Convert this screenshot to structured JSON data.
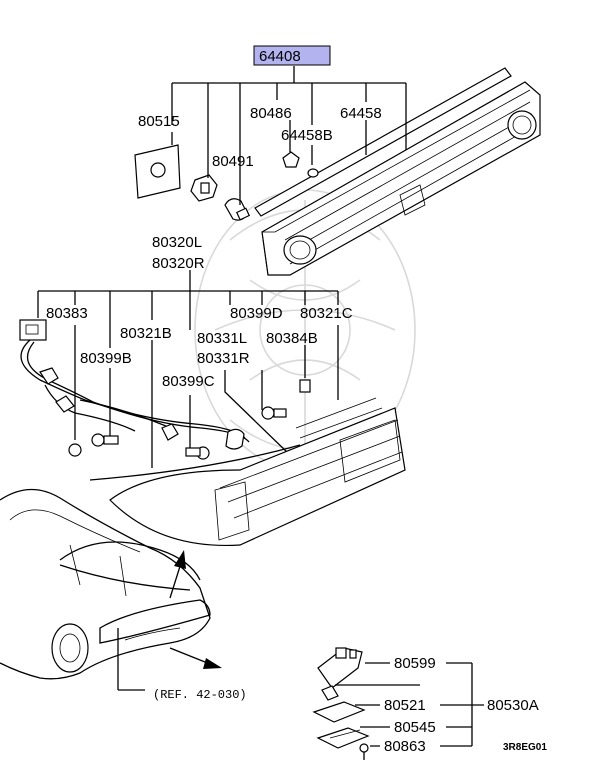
{
  "labels": {
    "p64408": "64408",
    "p80515": "80515",
    "p80486": "80486",
    "p64458": "64458",
    "p64458b": "64458B",
    "p80491": "80491",
    "p80320l": "80320L",
    "p80320r": "80320R",
    "p80383": "80383",
    "p80399d": "80399D",
    "p80321c": "80321C",
    "p80321b": "80321B",
    "p80331l": "80331L",
    "p80384b": "80384B",
    "p80399b": "80399B",
    "p80331r": "80331R",
    "p80399c": "80399C",
    "p80599": "80599",
    "p80521": "80521",
    "p80530a": "80530A",
    "p80545": "80545",
    "p80863": "80863"
  },
  "reference": "(REF. 42-030)",
  "diagram_code": "3R8EG01",
  "colors": {
    "highlight": "#b3b3f0",
    "ink": "#000000",
    "watermark": "#d9d9d9"
  }
}
